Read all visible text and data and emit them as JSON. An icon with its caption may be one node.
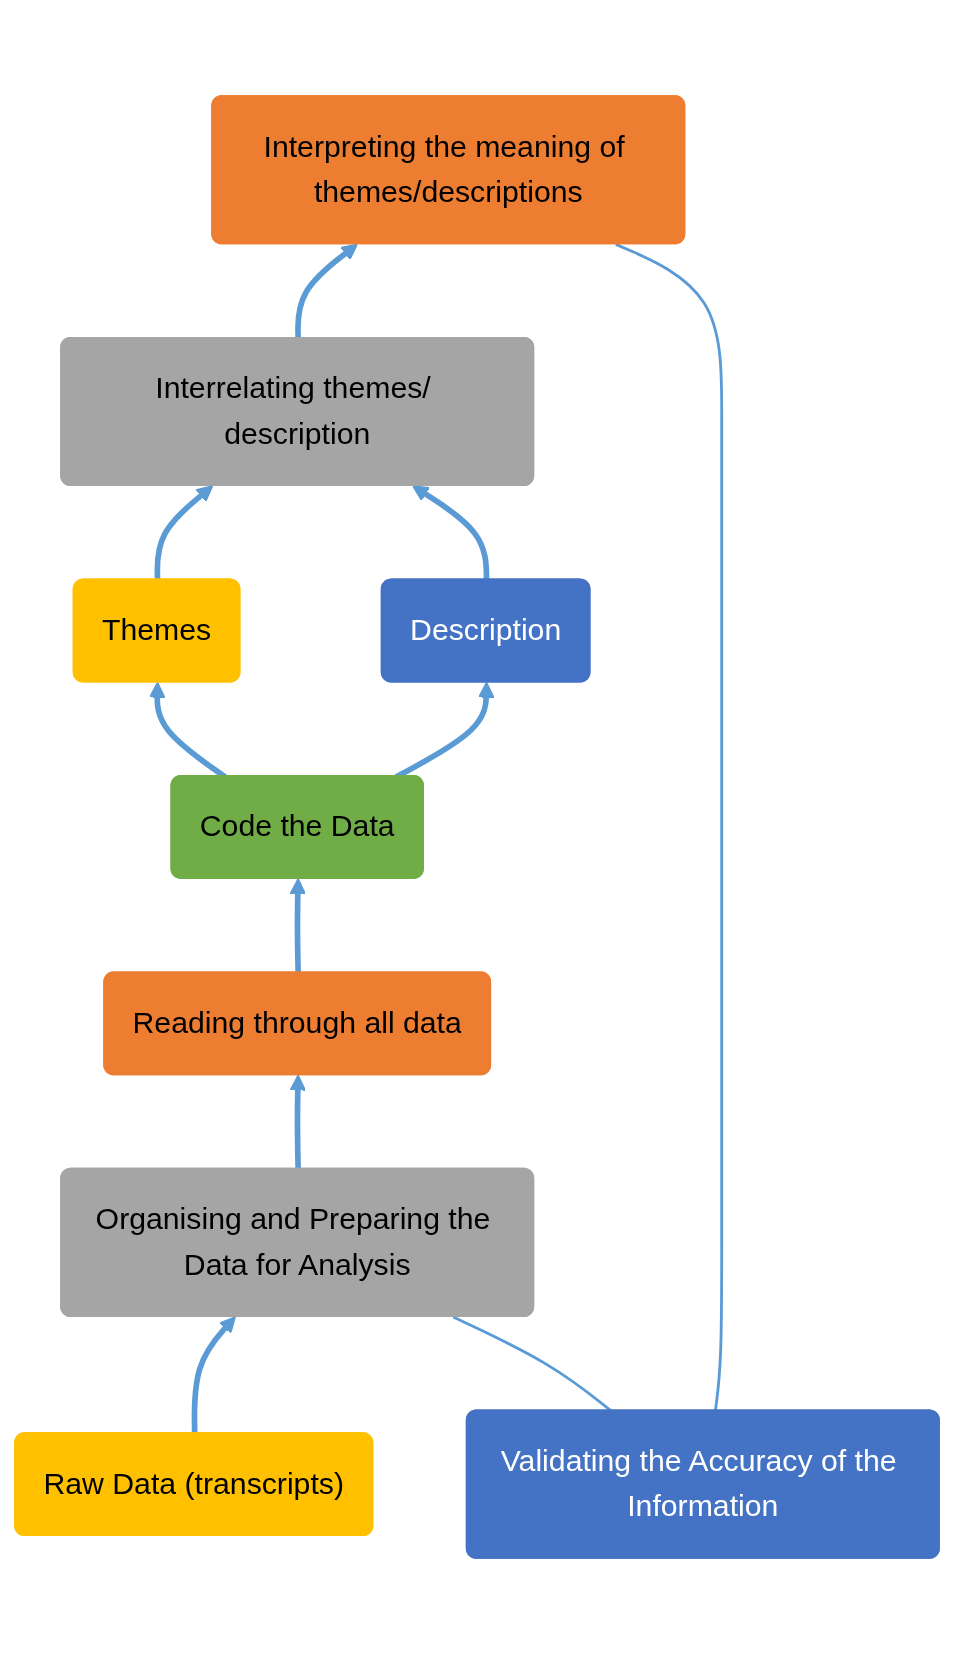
{
  "diagram": {
    "nodes": [
      {
        "text": [
          "Interpreting the meaning of themes/descriptions"
        ]
      },
      {
        "text": [
          "Interrelating themes/ description"
        ]
      },
      {
        "text": [
          "Themes"
        ]
      },
      {
        "text": [
          "Description"
        ]
      },
      {
        "text": [
          "Validating the Accuracy of the Information"
        ]
      },
      {
        "text": [
          "Code the Data"
        ]
      },
      {
        "text": [
          "Reading through all data"
        ]
      },
      {
        "text": [
          "Organising and Preparing the Data for Analysis"
        ]
      },
      {
        "text": [
          "Raw Data (transcripts)"
        ]
      }
    ],
    "edges": [
      {
        "from": 8,
        "to": 7,
        "arrow": "to"
      },
      {
        "from": 7,
        "to": 6,
        "arrow": "to"
      },
      {
        "from": 6,
        "to": 5,
        "arrow": "to"
      },
      {
        "from": 5,
        "to": 2,
        "arrow": "to"
      },
      {
        "from": 5,
        "to": 3,
        "arrow": "to"
      },
      {
        "from": 2,
        "to": 1,
        "arrow": "to"
      },
      {
        "from": 3,
        "to": 1,
        "arrow": "to"
      },
      {
        "from": 1,
        "to": 0,
        "arrow": "to"
      },
      {
        "from": 4,
        "to": 0,
        "arrow": "none"
      },
      {
        "from": 4,
        "to": 7,
        "arrow": "none"
      }
    ]
  }
}
